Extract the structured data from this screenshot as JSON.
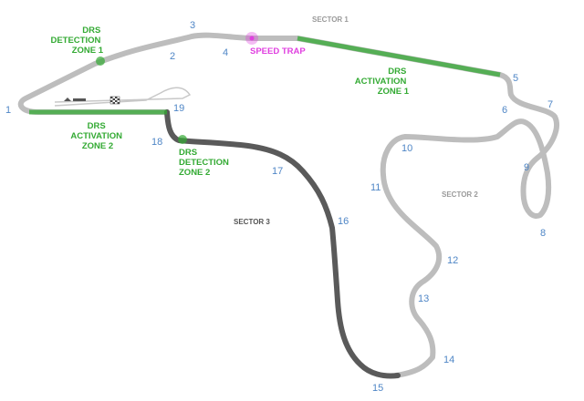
{
  "colors": {
    "track_light": "#bdbdbd",
    "track_dark": "#5a5a5a",
    "drs_green": "#33aa33",
    "speed_trap": "#e040e0",
    "turn_number": "#4f86c6",
    "sector_label": "#9a9a9a"
  },
  "sectors": {
    "s1": "SECTOR 1",
    "s2": "SECTOR 2",
    "s3": "SECTOR 3"
  },
  "speed_trap": "SPEED TRAP",
  "drs": {
    "detection_zone_1": [
      "DRS",
      "DETECTION",
      "ZONE 1"
    ],
    "detection_zone_2": [
      "DRS",
      "DETECTION",
      "ZONE 2"
    ],
    "activation_zone_1": [
      "DRS",
      "ACTIVATION",
      "ZONE 1"
    ],
    "activation_zone_2": [
      "DRS",
      "ACTIVATION",
      "ZONE 2"
    ]
  },
  "turns": [
    "1",
    "2",
    "3",
    "4",
    "5",
    "6",
    "7",
    "8",
    "9",
    "10",
    "11",
    "12",
    "13",
    "14",
    "15",
    "16",
    "17",
    "18",
    "19"
  ],
  "icons": [
    "start-finish-flag-icon",
    "pit-lane-car-icon"
  ]
}
